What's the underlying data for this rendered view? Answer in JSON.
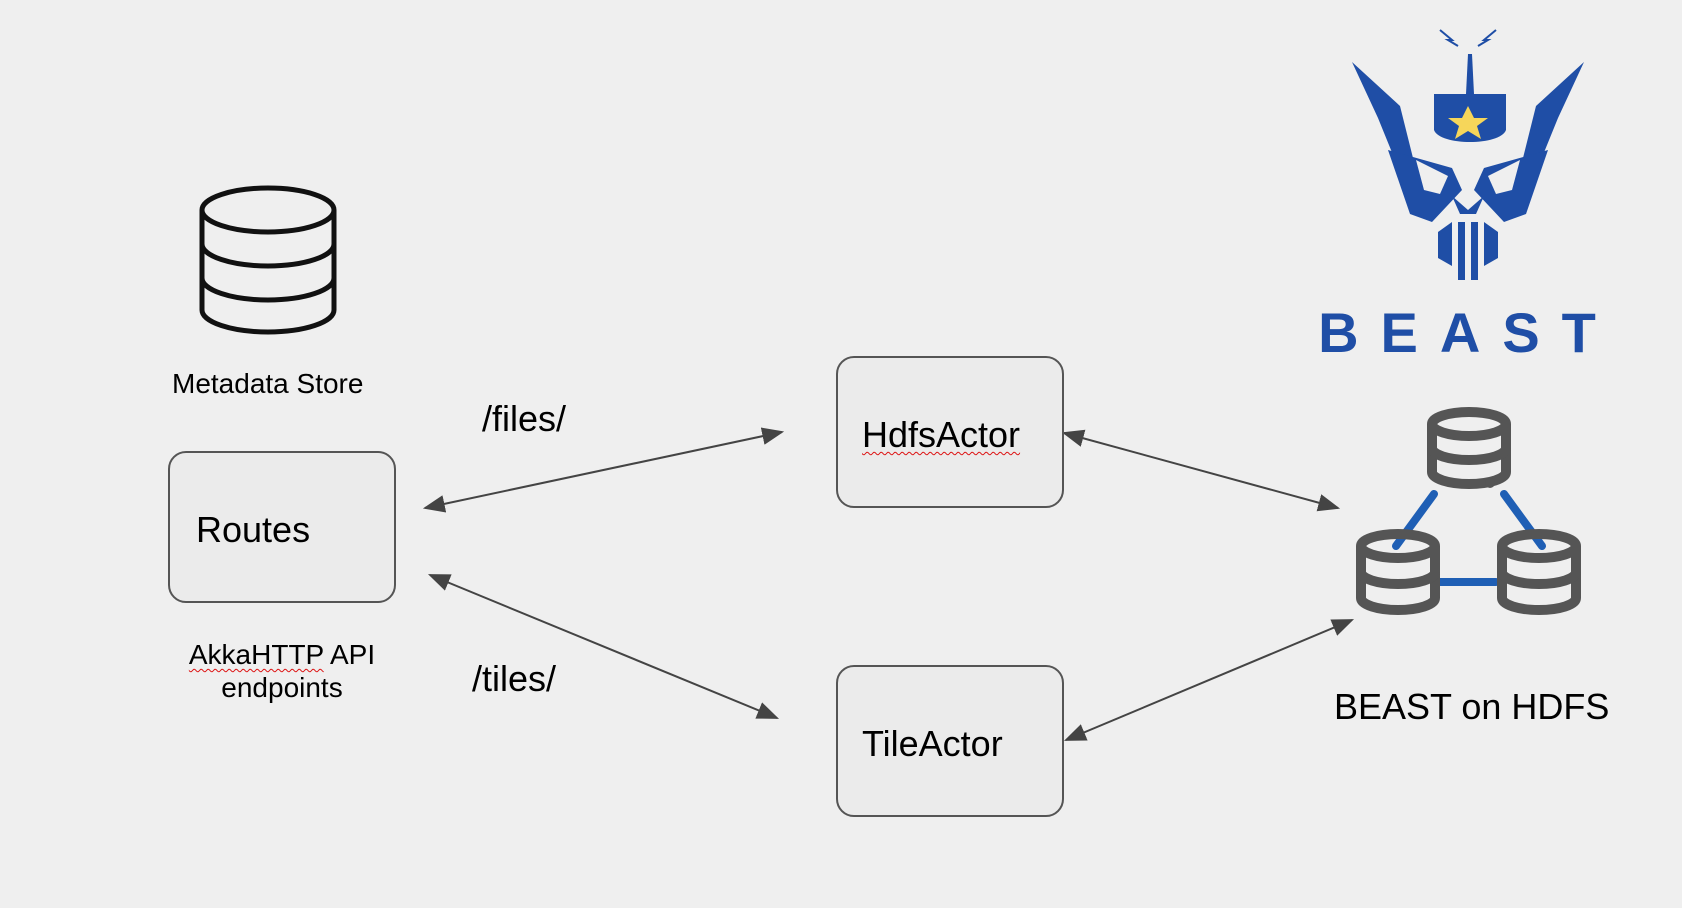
{
  "nodes": {
    "routes": {
      "label": "Routes"
    },
    "hdfs_actor": {
      "label": "HdfsActor"
    },
    "tile_actor": {
      "label": "TileActor"
    }
  },
  "labels": {
    "metadata_store": "Metadata Store",
    "akka_line1": "AkkaHTTP API",
    "akka_line2": "endpoints",
    "files_route": "/files/",
    "tiles_route": "/tiles/",
    "beast_on_hdfs": "BEAST on HDFS"
  },
  "logo": {
    "text": "BEAST",
    "color": "#1f4ea6",
    "star_color": "#f6d65a"
  },
  "colors": {
    "hdfs_db": "#555555",
    "hdfs_link": "#1f5fb5",
    "arrow": "#444444"
  }
}
